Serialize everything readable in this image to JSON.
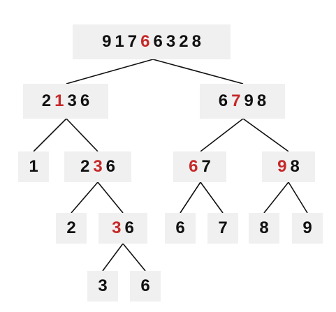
{
  "colors": {
    "pivot": "#c62828",
    "digit": "#111111",
    "node_bg": "#f0f0f0",
    "edge": "#111111"
  },
  "nodes": [
    {
      "id": "n0",
      "digits": [
        "9",
        "1",
        "7",
        "6",
        "6",
        "3",
        "2",
        "8"
      ],
      "pivot": 3
    },
    {
      "id": "n1",
      "digits": [
        "2",
        "1",
        "3",
        "6"
      ],
      "pivot": 1
    },
    {
      "id": "n2",
      "digits": [
        "6",
        "7",
        "9",
        "8"
      ],
      "pivot": 1
    },
    {
      "id": "n3",
      "digits": [
        "1"
      ],
      "pivot": -1
    },
    {
      "id": "n4",
      "digits": [
        "2",
        "3",
        "6"
      ],
      "pivot": 1
    },
    {
      "id": "n5",
      "digits": [
        "6",
        "7"
      ],
      "pivot": 0
    },
    {
      "id": "n6",
      "digits": [
        "9",
        "8"
      ],
      "pivot": 0
    },
    {
      "id": "n7",
      "digits": [
        "2"
      ],
      "pivot": -1
    },
    {
      "id": "n8",
      "digits": [
        "3",
        "6"
      ],
      "pivot": 0
    },
    {
      "id": "n9",
      "digits": [
        "6"
      ],
      "pivot": -1
    },
    {
      "id": "n10",
      "digits": [
        "7"
      ],
      "pivot": -1
    },
    {
      "id": "n11",
      "digits": [
        "8"
      ],
      "pivot": -1
    },
    {
      "id": "n12",
      "digits": [
        "9"
      ],
      "pivot": -1
    },
    {
      "id": "n13",
      "digits": [
        "3"
      ],
      "pivot": -1
    },
    {
      "id": "n14",
      "digits": [
        "6"
      ],
      "pivot": -1
    }
  ],
  "edges": [
    [
      "n0",
      "n1"
    ],
    [
      "n0",
      "n2"
    ],
    [
      "n1",
      "n3"
    ],
    [
      "n1",
      "n4"
    ],
    [
      "n2",
      "n5"
    ],
    [
      "n2",
      "n6"
    ],
    [
      "n4",
      "n7"
    ],
    [
      "n4",
      "n8"
    ],
    [
      "n5",
      "n9"
    ],
    [
      "n5",
      "n10"
    ],
    [
      "n6",
      "n11"
    ],
    [
      "n6",
      "n12"
    ],
    [
      "n8",
      "n13"
    ],
    [
      "n8",
      "n14"
    ]
  ]
}
